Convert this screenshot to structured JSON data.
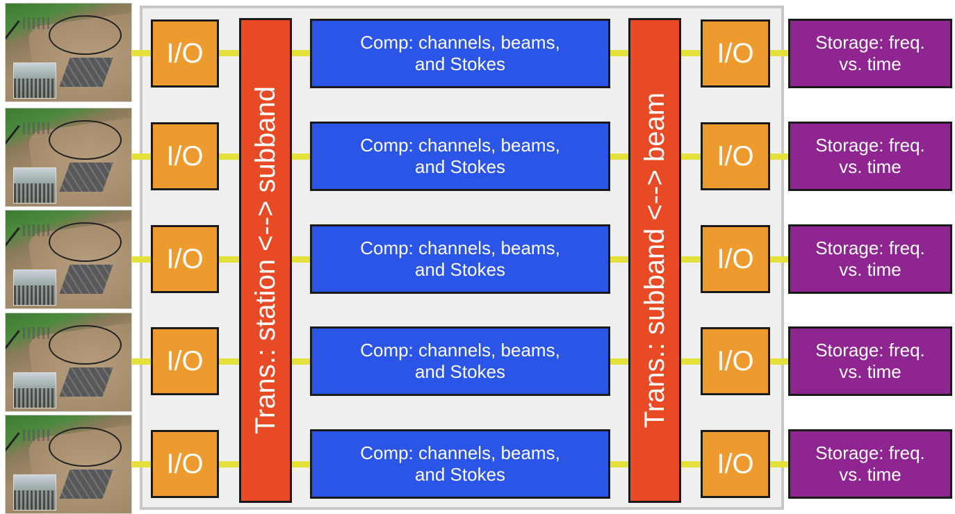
{
  "rows": [
    {
      "io_in": "I/O",
      "comp": [
        "Comp: channels, beams,",
        "and Stokes"
      ],
      "io_out": "I/O",
      "storage": [
        "Storage: freq.",
        "vs. time"
      ]
    },
    {
      "io_in": "I/O",
      "comp": [
        "Comp: channels, beams,",
        "and Stokes"
      ],
      "io_out": "I/O",
      "storage": [
        "Storage: freq.",
        "vs. time"
      ]
    },
    {
      "io_in": "I/O",
      "comp": [
        "Comp: channels, beams,",
        "and Stokes"
      ],
      "io_out": "I/O",
      "storage": [
        "Storage: freq.",
        "vs. time"
      ]
    },
    {
      "io_in": "I/O",
      "comp": [
        "Comp: channels, beams,",
        "and Stokes"
      ],
      "io_out": "I/O",
      "storage": [
        "Storage: freq.",
        "vs. time"
      ]
    },
    {
      "io_in": "I/O",
      "comp": [
        "Comp: channels, beams,",
        "and Stokes"
      ],
      "io_out": "I/O",
      "storage": [
        "Storage: freq.",
        "vs. time"
      ]
    }
  ],
  "transpose_1": "Trans.: station <--> subband",
  "transpose_2": "Trans.: subband <--> beam",
  "colors": {
    "io": "#ed9b2e",
    "compute": "#2b55e6",
    "transpose": "#e84a26",
    "storage": "#8e2590",
    "wire": "#e4e23a",
    "frame": "#eeefee"
  },
  "icons": {
    "station": "lofar-station-aerial-photo"
  }
}
